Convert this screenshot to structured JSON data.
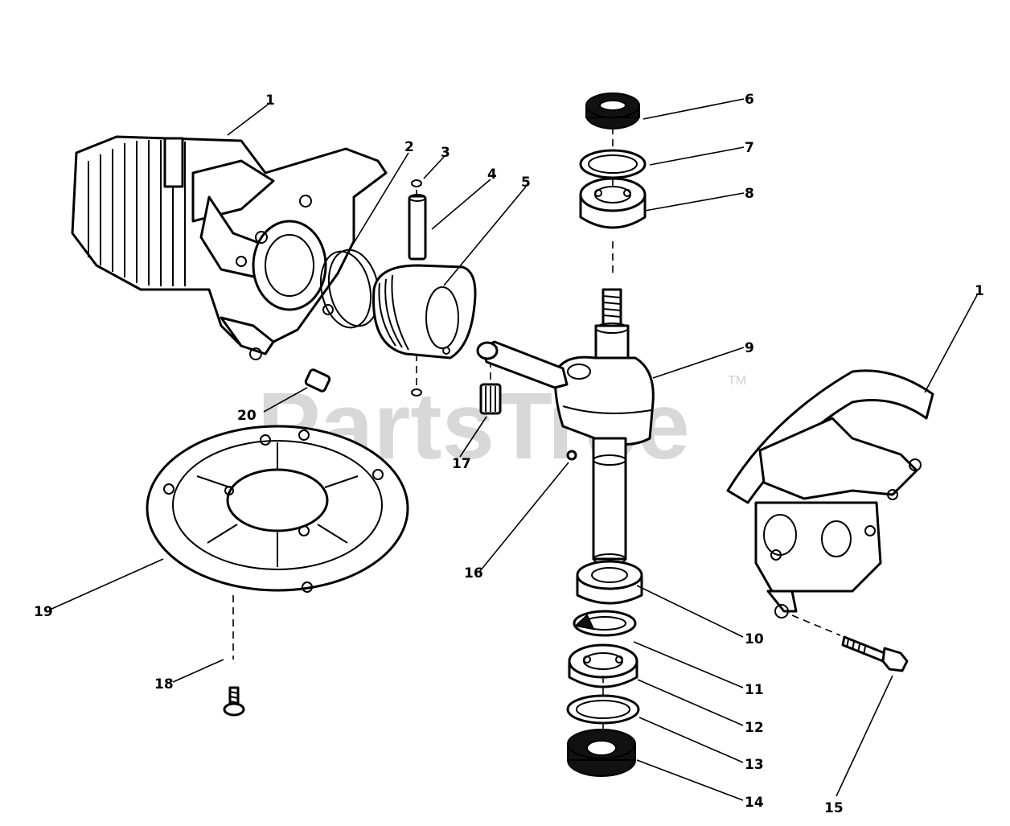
{
  "watermark": {
    "text": "PartsTree",
    "trademark": "TM"
  },
  "labels": [
    {
      "id": "1a",
      "text": "1"
    },
    {
      "id": "2",
      "text": "2"
    },
    {
      "id": "3",
      "text": "3"
    },
    {
      "id": "4",
      "text": "4"
    },
    {
      "id": "5",
      "text": "5"
    },
    {
      "id": "6",
      "text": "6"
    },
    {
      "id": "7",
      "text": "7"
    },
    {
      "id": "8",
      "text": "8"
    },
    {
      "id": "9",
      "text": "9"
    },
    {
      "id": "1b",
      "text": "1"
    },
    {
      "id": "20",
      "text": "20"
    },
    {
      "id": "17",
      "text": "17"
    },
    {
      "id": "16",
      "text": "16"
    },
    {
      "id": "19",
      "text": "19"
    },
    {
      "id": "10",
      "text": "10"
    },
    {
      "id": "11",
      "text": "11"
    },
    {
      "id": "12",
      "text": "12"
    },
    {
      "id": "13",
      "text": "13"
    },
    {
      "id": "14",
      "text": "14"
    },
    {
      "id": "15",
      "text": "15"
    },
    {
      "id": "18",
      "text": "18"
    }
  ]
}
